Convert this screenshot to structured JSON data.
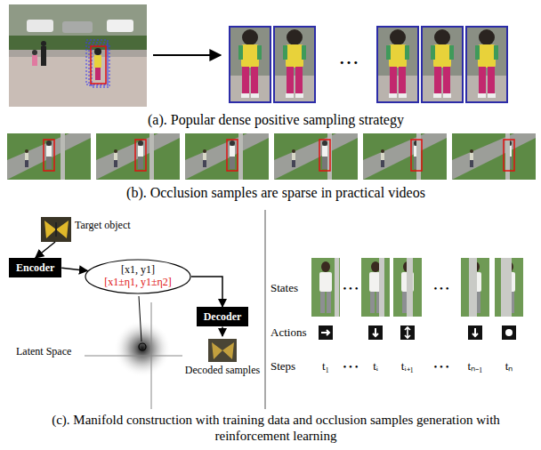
{
  "diagram": {
    "nodes": [
      {
        "text": [
          "Target object"
        ]
      },
      {
        "text": [
          "Encoder"
        ]
      },
      {
        "text": [
          "[x1, y1]",
          "[x1±η1, y1±η2]"
        ]
      },
      {
        "text": [
          "Decoder"
        ]
      },
      {
        "text": [
          "Decoded samples"
        ]
      }
    ],
    "edges": [
      {
        "from": 0,
        "to": 1,
        "arrow": "to"
      },
      {
        "from": 1,
        "to": 2,
        "arrow": "to"
      },
      {
        "from": 2,
        "to": 3,
        "arrow": "to"
      },
      {
        "from": 3,
        "to": 4,
        "arrow": "to"
      }
    ],
    "labels": [
      "(a). Popular dense positive sampling strategy",
      "• • •",
      "(b). Occlusion samples are sparse in practical videos",
      "Latent Space",
      "States",
      "Actions",
      "Steps",
      "• • •",
      "• • •",
      "t₁",
      "tᵢ",
      "tᵢ₊₁",
      "tₙ₋₁",
      "tₙ",
      "• • •",
      "• • •",
      "(c). Manifold construction with training data and occlusion samples generation with reinforcement learning"
    ]
  }
}
